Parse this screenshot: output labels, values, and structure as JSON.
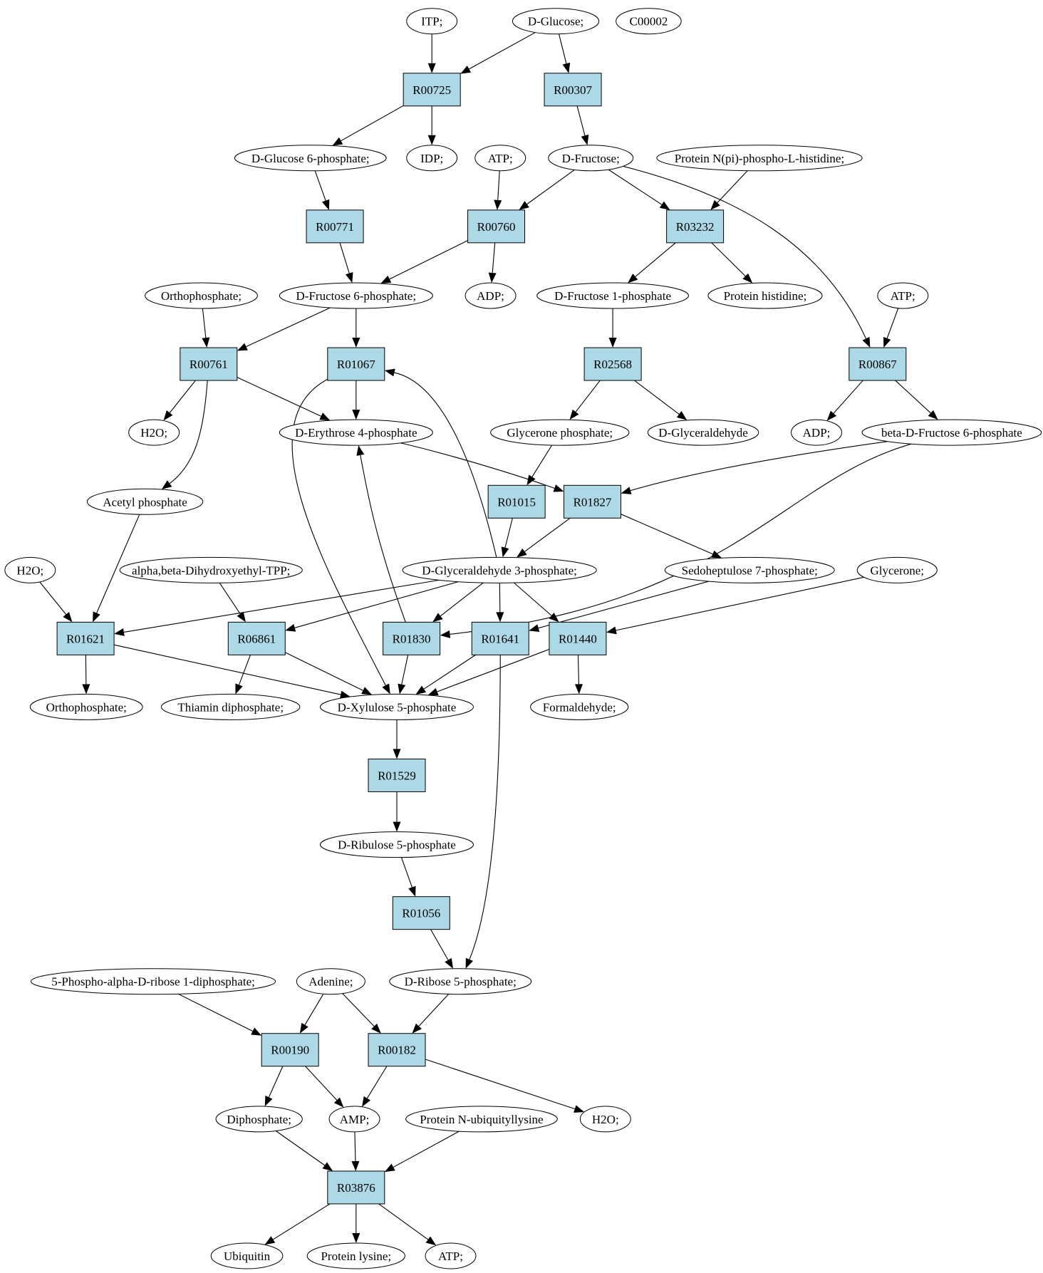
{
  "colors": {
    "reaction_fill": "#add8e6",
    "compound_fill": "#ffffff",
    "source_fill": "#00ff00",
    "target_fill": "#ffff00",
    "stroke": "#000000"
  },
  "nodes": {
    "itp": {
      "label": "ITP;",
      "kind": "compound"
    },
    "glucose": {
      "label": "D-Glucose;",
      "kind": "source"
    },
    "c00002": {
      "label": "C00002",
      "kind": "target"
    },
    "r00725": {
      "label": "R00725",
      "kind": "reaction"
    },
    "r00307": {
      "label": "R00307",
      "kind": "reaction"
    },
    "g6p": {
      "label": "D-Glucose 6-phosphate;",
      "kind": "compound"
    },
    "idp": {
      "label": "IDP;",
      "kind": "compound"
    },
    "atp1": {
      "label": "ATP;",
      "kind": "compound"
    },
    "fructose": {
      "label": "D-Fructose;",
      "kind": "compound"
    },
    "protnpi": {
      "label": "Protein N(pi)-phospho-L-histidine;",
      "kind": "compound"
    },
    "r00771": {
      "label": "R00771",
      "kind": "reaction"
    },
    "r00760": {
      "label": "R00760",
      "kind": "reaction"
    },
    "r03232": {
      "label": "R03232",
      "kind": "reaction"
    },
    "ortho1": {
      "label": "Orthophosphate;",
      "kind": "compound"
    },
    "f6p": {
      "label": "D-Fructose 6-phosphate;",
      "kind": "compound"
    },
    "adp1": {
      "label": "ADP;",
      "kind": "compound"
    },
    "f1p": {
      "label": "D-Fructose 1-phosphate",
      "kind": "compound"
    },
    "prothis": {
      "label": "Protein histidine;",
      "kind": "compound"
    },
    "atp2": {
      "label": "ATP;",
      "kind": "compound"
    },
    "r00761": {
      "label": "R00761",
      "kind": "reaction"
    },
    "r01067": {
      "label": "R01067",
      "kind": "reaction"
    },
    "r02568": {
      "label": "R02568",
      "kind": "reaction"
    },
    "r00867": {
      "label": "R00867",
      "kind": "reaction"
    },
    "h2o1": {
      "label": "H2O;",
      "kind": "compound"
    },
    "e4p": {
      "label": "D-Erythrose 4-phosphate",
      "kind": "compound"
    },
    "glyceronep": {
      "label": "Glycerone phosphate;",
      "kind": "compound"
    },
    "dglyceraldehyde": {
      "label": "D-Glyceraldehyde",
      "kind": "compound"
    },
    "adp2": {
      "label": "ADP;",
      "kind": "compound"
    },
    "betaf6p": {
      "label": "beta-D-Fructose 6-phosphate",
      "kind": "compound"
    },
    "acetylp": {
      "label": "Acetyl phosphate",
      "kind": "compound"
    },
    "r01015": {
      "label": "R01015",
      "kind": "reaction"
    },
    "r01827": {
      "label": "R01827",
      "kind": "reaction"
    },
    "h2o2": {
      "label": "H2O;",
      "kind": "compound"
    },
    "alphabeta": {
      "label": "alpha,beta-Dihydroxyethyl-TPP;",
      "kind": "compound"
    },
    "g3p": {
      "label": "D-Glyceraldehyde 3-phosphate;",
      "kind": "compound"
    },
    "s7p": {
      "label": "Sedoheptulose 7-phosphate;",
      "kind": "compound"
    },
    "glycerone": {
      "label": "Glycerone;",
      "kind": "compound"
    },
    "r01621": {
      "label": "R01621",
      "kind": "reaction"
    },
    "r06861": {
      "label": "R06861",
      "kind": "reaction"
    },
    "r01830": {
      "label": "R01830",
      "kind": "reaction"
    },
    "r01641": {
      "label": "R01641",
      "kind": "reaction"
    },
    "r01440": {
      "label": "R01440",
      "kind": "reaction"
    },
    "ortho2": {
      "label": "Orthophosphate;",
      "kind": "compound"
    },
    "thiamin": {
      "label": "Thiamin diphosphate;",
      "kind": "compound"
    },
    "x5p": {
      "label": "D-Xylulose 5-phosphate",
      "kind": "compound"
    },
    "formaldehyde": {
      "label": "Formaldehyde;",
      "kind": "compound"
    },
    "r01529": {
      "label": "R01529",
      "kind": "reaction"
    },
    "ru5p": {
      "label": "D-Ribulose 5-phosphate",
      "kind": "compound"
    },
    "r01056": {
      "label": "R01056",
      "kind": "reaction"
    },
    "prpp": {
      "label": "5-Phospho-alpha-D-ribose 1-diphosphate;",
      "kind": "compound"
    },
    "adenine": {
      "label": "Adenine;",
      "kind": "compound"
    },
    "r5p": {
      "label": "D-Ribose 5-phosphate;",
      "kind": "compound"
    },
    "r00190": {
      "label": "R00190",
      "kind": "reaction"
    },
    "r00182": {
      "label": "R00182",
      "kind": "reaction"
    },
    "diphosphate": {
      "label": "Diphosphate;",
      "kind": "compound"
    },
    "amp": {
      "label": "AMP;",
      "kind": "compound"
    },
    "protubi": {
      "label": "Protein N-ubiquityllysine",
      "kind": "compound"
    },
    "h2o3": {
      "label": "H2O;",
      "kind": "compound"
    },
    "r03876": {
      "label": "R03876",
      "kind": "reaction"
    },
    "ubiquitin": {
      "label": "Ubiquitin",
      "kind": "compound"
    },
    "protlys": {
      "label": "Protein lysine;",
      "kind": "compound"
    },
    "atp3": {
      "label": "ATP;",
      "kind": "compound"
    }
  },
  "edges": [
    [
      "itp",
      "r00725"
    ],
    [
      "glucose",
      "r00725"
    ],
    [
      "glucose",
      "r00307"
    ],
    [
      "r00725",
      "g6p"
    ],
    [
      "r00725",
      "idp"
    ],
    [
      "r00307",
      "fructose"
    ],
    [
      "g6p",
      "r00771"
    ],
    [
      "atp1",
      "r00760"
    ],
    [
      "fructose",
      "r00760"
    ],
    [
      "fructose",
      "r03232"
    ],
    [
      "fructose",
      "r00867"
    ],
    [
      "protnpi",
      "r03232"
    ],
    [
      "r00771",
      "f6p"
    ],
    [
      "r00760",
      "f6p"
    ],
    [
      "r00760",
      "adp1"
    ],
    [
      "r03232",
      "f1p"
    ],
    [
      "r03232",
      "prothis"
    ],
    [
      "ortho1",
      "r00761"
    ],
    [
      "f6p",
      "r00761"
    ],
    [
      "f6p",
      "r01067"
    ],
    [
      "f1p",
      "r02568"
    ],
    [
      "atp2",
      "r00867"
    ],
    [
      "r00761",
      "h2o1"
    ],
    [
      "r00761",
      "e4p"
    ],
    [
      "r00761",
      "acetylp"
    ],
    [
      "r01067",
      "e4p"
    ],
    [
      "r01067",
      "x5p"
    ],
    [
      "r02568",
      "glyceronep"
    ],
    [
      "r02568",
      "dglyceraldehyde"
    ],
    [
      "r00867",
      "adp2"
    ],
    [
      "r00867",
      "betaf6p"
    ],
    [
      "glyceronep",
      "r01015"
    ],
    [
      "e4p",
      "r01827"
    ],
    [
      "betaf6p",
      "r01827"
    ],
    [
      "betaf6p",
      "r01830"
    ],
    [
      "r01015",
      "g3p"
    ],
    [
      "r01827",
      "g3p"
    ],
    [
      "r01827",
      "s7p"
    ],
    [
      "g3p",
      "r01067"
    ],
    [
      "g3p",
      "r01621"
    ],
    [
      "g3p",
      "r06861"
    ],
    [
      "g3p",
      "r01830"
    ],
    [
      "g3p",
      "r01641"
    ],
    [
      "g3p",
      "r01440"
    ],
    [
      "h2o2",
      "r01621"
    ],
    [
      "acetylp",
      "r01621"
    ],
    [
      "alphabeta",
      "r06861"
    ],
    [
      "s7p",
      "r01641"
    ],
    [
      "glycerone",
      "r01440"
    ],
    [
      "r01830",
      "e4p"
    ],
    [
      "r01621",
      "ortho2"
    ],
    [
      "r01621",
      "x5p"
    ],
    [
      "r06861",
      "thiamin"
    ],
    [
      "r06861",
      "x5p"
    ],
    [
      "r01830",
      "x5p"
    ],
    [
      "r01641",
      "x5p"
    ],
    [
      "r01641",
      "r5p"
    ],
    [
      "r01440",
      "x5p"
    ],
    [
      "r01440",
      "formaldehyde"
    ],
    [
      "x5p",
      "r01529"
    ],
    [
      "r01529",
      "ru5p"
    ],
    [
      "ru5p",
      "r01056"
    ],
    [
      "r01056",
      "r5p"
    ],
    [
      "prpp",
      "r00190"
    ],
    [
      "adenine",
      "r00190"
    ],
    [
      "adenine",
      "r00182"
    ],
    [
      "r5p",
      "r00182"
    ],
    [
      "r00190",
      "diphosphate"
    ],
    [
      "r00190",
      "amp"
    ],
    [
      "r00182",
      "amp"
    ],
    [
      "r00182",
      "h2o3"
    ],
    [
      "diphosphate",
      "r03876"
    ],
    [
      "amp",
      "r03876"
    ],
    [
      "protubi",
      "r03876"
    ],
    [
      "r03876",
      "ubiquitin"
    ],
    [
      "r03876",
      "protlys"
    ],
    [
      "r03876",
      "atp3"
    ]
  ]
}
